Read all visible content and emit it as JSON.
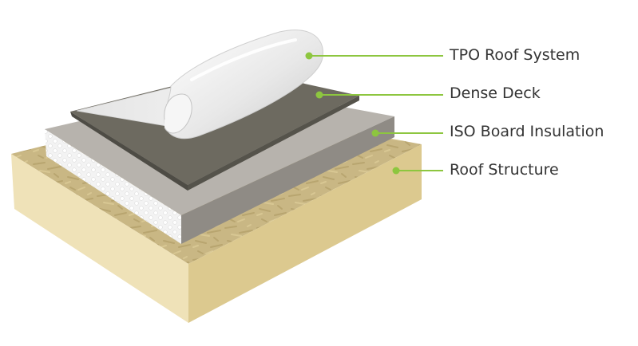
{
  "layers": [
    {
      "key": "tpo",
      "label": "TPO Roof System"
    },
    {
      "key": "deck",
      "label": "Dense Deck"
    },
    {
      "key": "iso",
      "label": "ISO Board Insulation"
    },
    {
      "key": "struct",
      "label": "Roof Structure"
    }
  ],
  "colors": {
    "leader": "#8dc63f",
    "label_text": "#333333",
    "tpo_membrane": "#eeeeee",
    "dense_deck": "#6d6a60",
    "iso_board": "#b4b0aa",
    "iso_foam": "#f2f2f2",
    "osb_top": "#c9b784",
    "osb_side": "#efe2b8"
  }
}
